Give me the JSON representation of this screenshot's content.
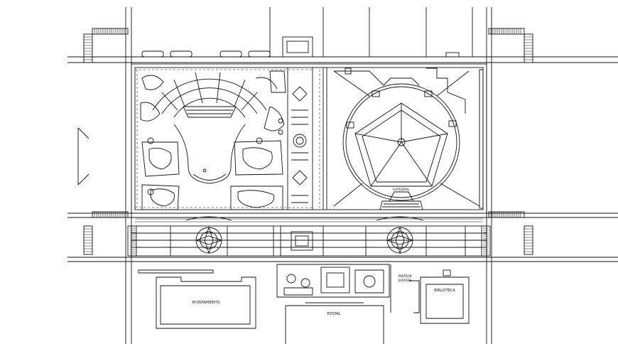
{
  "labels": {
    "ayuntamiento": "AYUNTAMIENTO",
    "catedral": "CATEDRAL",
    "postal": "POSTAL",
    "biblioteca": "BIBLIOTECA",
    "plaza_left_top": "PANTEON",
    "plaza_left_bottom": "JUARISTE"
  },
  "colors": {
    "ink": "#111111",
    "paper": "#ffffff"
  }
}
